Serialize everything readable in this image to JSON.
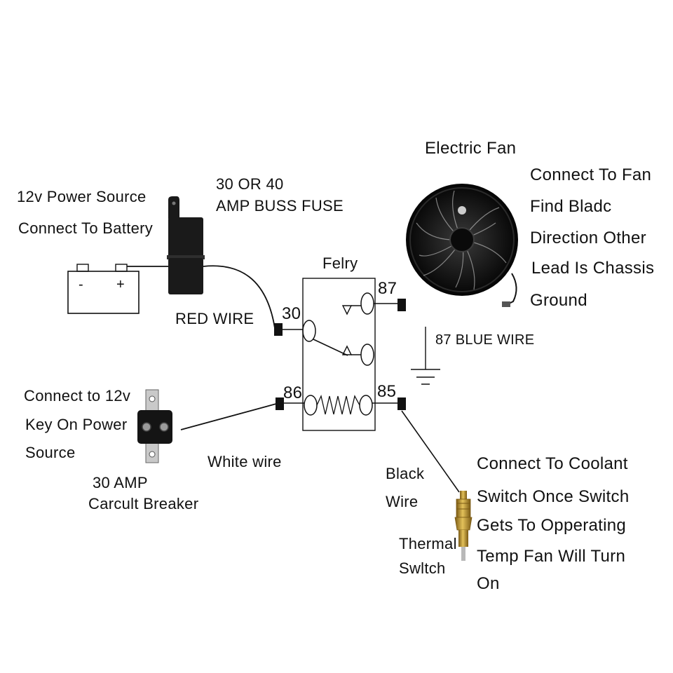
{
  "battery": {
    "label_line1": "12v Power Source",
    "label_line2": "Connect To Battery",
    "minus_sign": "-",
    "plus_sign": "+"
  },
  "fuse": {
    "label_line1": "30 OR 40",
    "label_line2": "AMP BUSS FUSE"
  },
  "red_wire_label": "RED WIRE",
  "relay": {
    "title": "Felry",
    "pin_30": "30",
    "pin_87": "87",
    "pin_86": "86",
    "pin_85": "85"
  },
  "fan": {
    "title": "Electric Fan",
    "note_lines": [
      "Connect To Fan",
      "Find Bladc",
      "Direction Other",
      "Lead Is Chassis",
      "Ground"
    ]
  },
  "blue_wire_label": "87 BLUE WIRE",
  "key_power": {
    "label_lines": [
      "Connect to 12v",
      "Key On Power",
      "Source"
    ]
  },
  "breaker": {
    "label_line1": "30 AMP",
    "label_line2": "Carcult Breaker"
  },
  "white_wire_label": "White wire",
  "black_wire": {
    "label_line1": "Black",
    "label_line2": "Wire"
  },
  "thermal_switch": {
    "label_line1": "Thermal",
    "label_line2": "Swltch"
  },
  "coolant_note": {
    "lines": [
      "Connect To Coolant",
      "Switch Once Switch",
      "Gets To Opperating",
      "Temp Fan Will Turn",
      "On"
    ]
  },
  "colors": {
    "line": "#111111",
    "fuse_body": "#1a1a1a",
    "fan_blade": "#0d0d0d",
    "breaker_metal": "#c9c9c9",
    "brass": "#c9a23a",
    "brass_dark": "#8a6a1e"
  }
}
